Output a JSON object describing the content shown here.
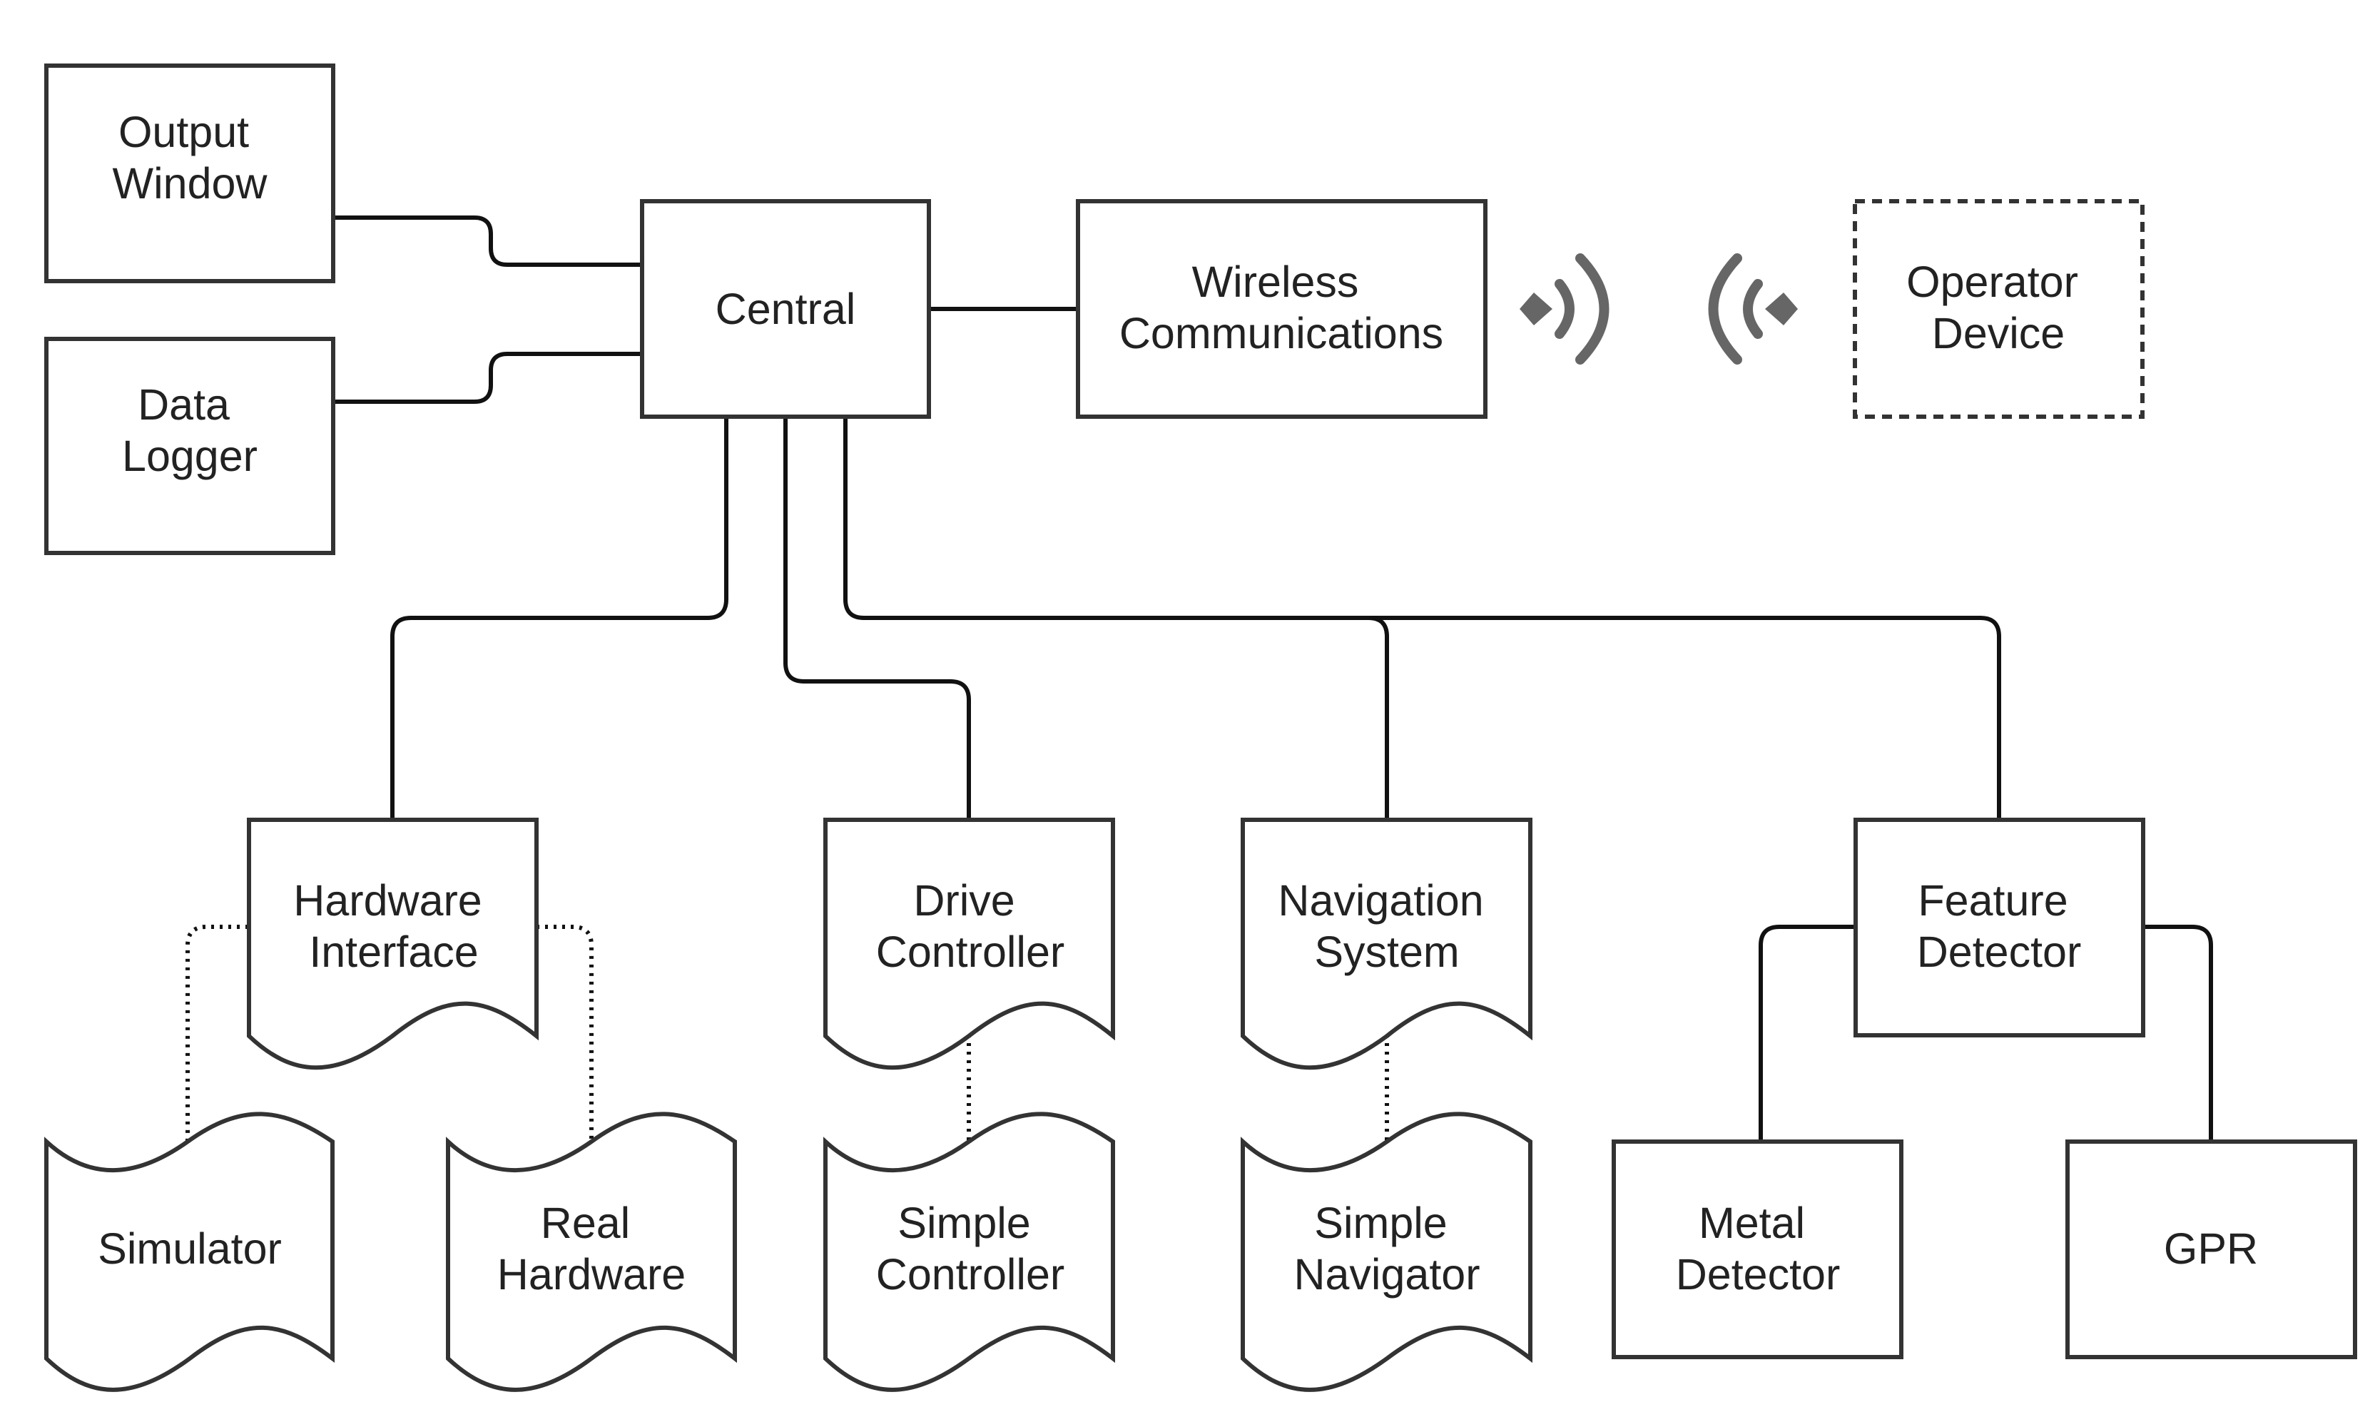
{
  "nodes": {
    "output_window": [
      "Output",
      "Window"
    ],
    "data_logger": [
      "Data",
      "Logger"
    ],
    "central": [
      "Central"
    ],
    "wireless": [
      "Wireless",
      "Communications"
    ],
    "operator_device": [
      "Operator",
      "Device"
    ],
    "hardware_interface": [
      "Hardware",
      "Interface"
    ],
    "drive_controller": [
      "Drive",
      "Controller"
    ],
    "navigation_system": [
      "Navigation",
      "System"
    ],
    "feature_detector": [
      "Feature",
      "Detector"
    ],
    "simulator": [
      "Simulator"
    ],
    "real_hardware": [
      "Real",
      "Hardware"
    ],
    "simple_controller": [
      "Simple",
      "Controller"
    ],
    "simple_navigator": [
      "Simple",
      "Navigator"
    ],
    "metal_detector": [
      "Metal",
      "Detector"
    ],
    "gpr": [
      "GPR"
    ]
  },
  "colors": {
    "line": "#111111",
    "border": "#333333",
    "signal": "#666666",
    "text": "#222222"
  },
  "icons": {
    "signal_out": "wireless-signal-icon",
    "signal_in": "wireless-signal-icon"
  }
}
